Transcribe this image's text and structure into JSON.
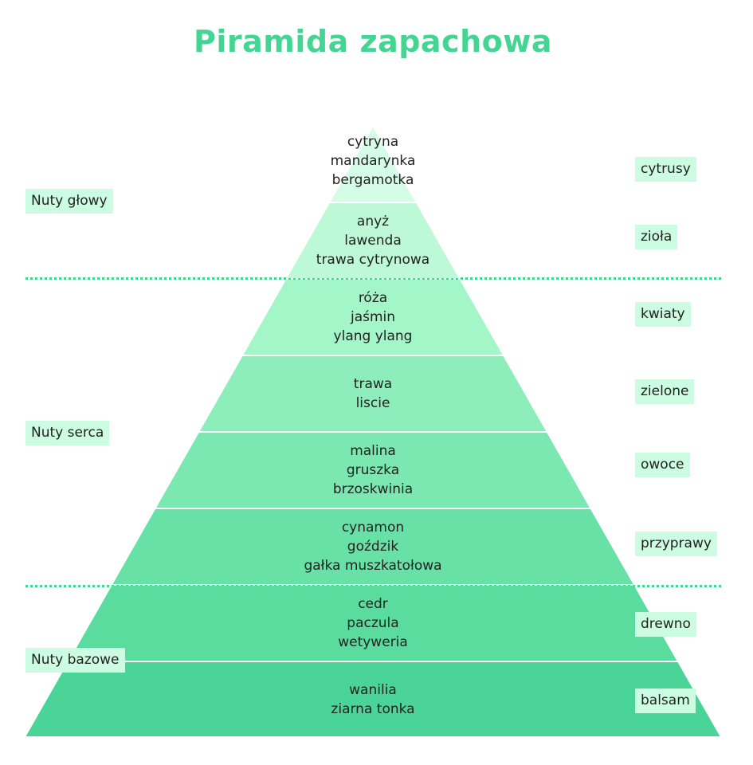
{
  "title": "Piramida zapachowa",
  "colors": {
    "title": "#45d592",
    "tag_bg": "#ccfce2"
  },
  "bands": [
    {
      "lines": [
        "cytryna",
        "mandarynka",
        "bergamotka"
      ],
      "color": "#d5fce6",
      "category": "cytrusy"
    },
    {
      "lines": [
        "anyż",
        "lawenda",
        "trawa cytrynowa"
      ],
      "color": "#bdf9d6",
      "category": "zioła"
    },
    {
      "lines": [
        "róża",
        "jaśmin",
        "ylang ylang"
      ],
      "color": "#a2f6c8",
      "category": "kwiaty"
    },
    {
      "lines": [
        "trawa",
        "liscie"
      ],
      "color": "#8deebb",
      "category": "zielone"
    },
    {
      "lines": [
        "malina",
        "gruszka",
        "brzoskwinia"
      ],
      "color": "#7ae8b0",
      "category": "owoce"
    },
    {
      "lines": [
        "cynamon",
        "goździk",
        "gałka muszkatołowa"
      ],
      "color": "#68e1a7",
      "category": "przyprawy"
    },
    {
      "lines": [
        "cedr",
        "paczula",
        "wetyweria"
      ],
      "color": "#5bdc9f",
      "category": "drewno"
    },
    {
      "lines": [
        "wanilia",
        "ziarna tonka"
      ],
      "color": "#4ad498",
      "category": "balsam"
    }
  ],
  "groups": [
    "Nuty głowy",
    "Nuty serca",
    "Nuty bazowe"
  ]
}
